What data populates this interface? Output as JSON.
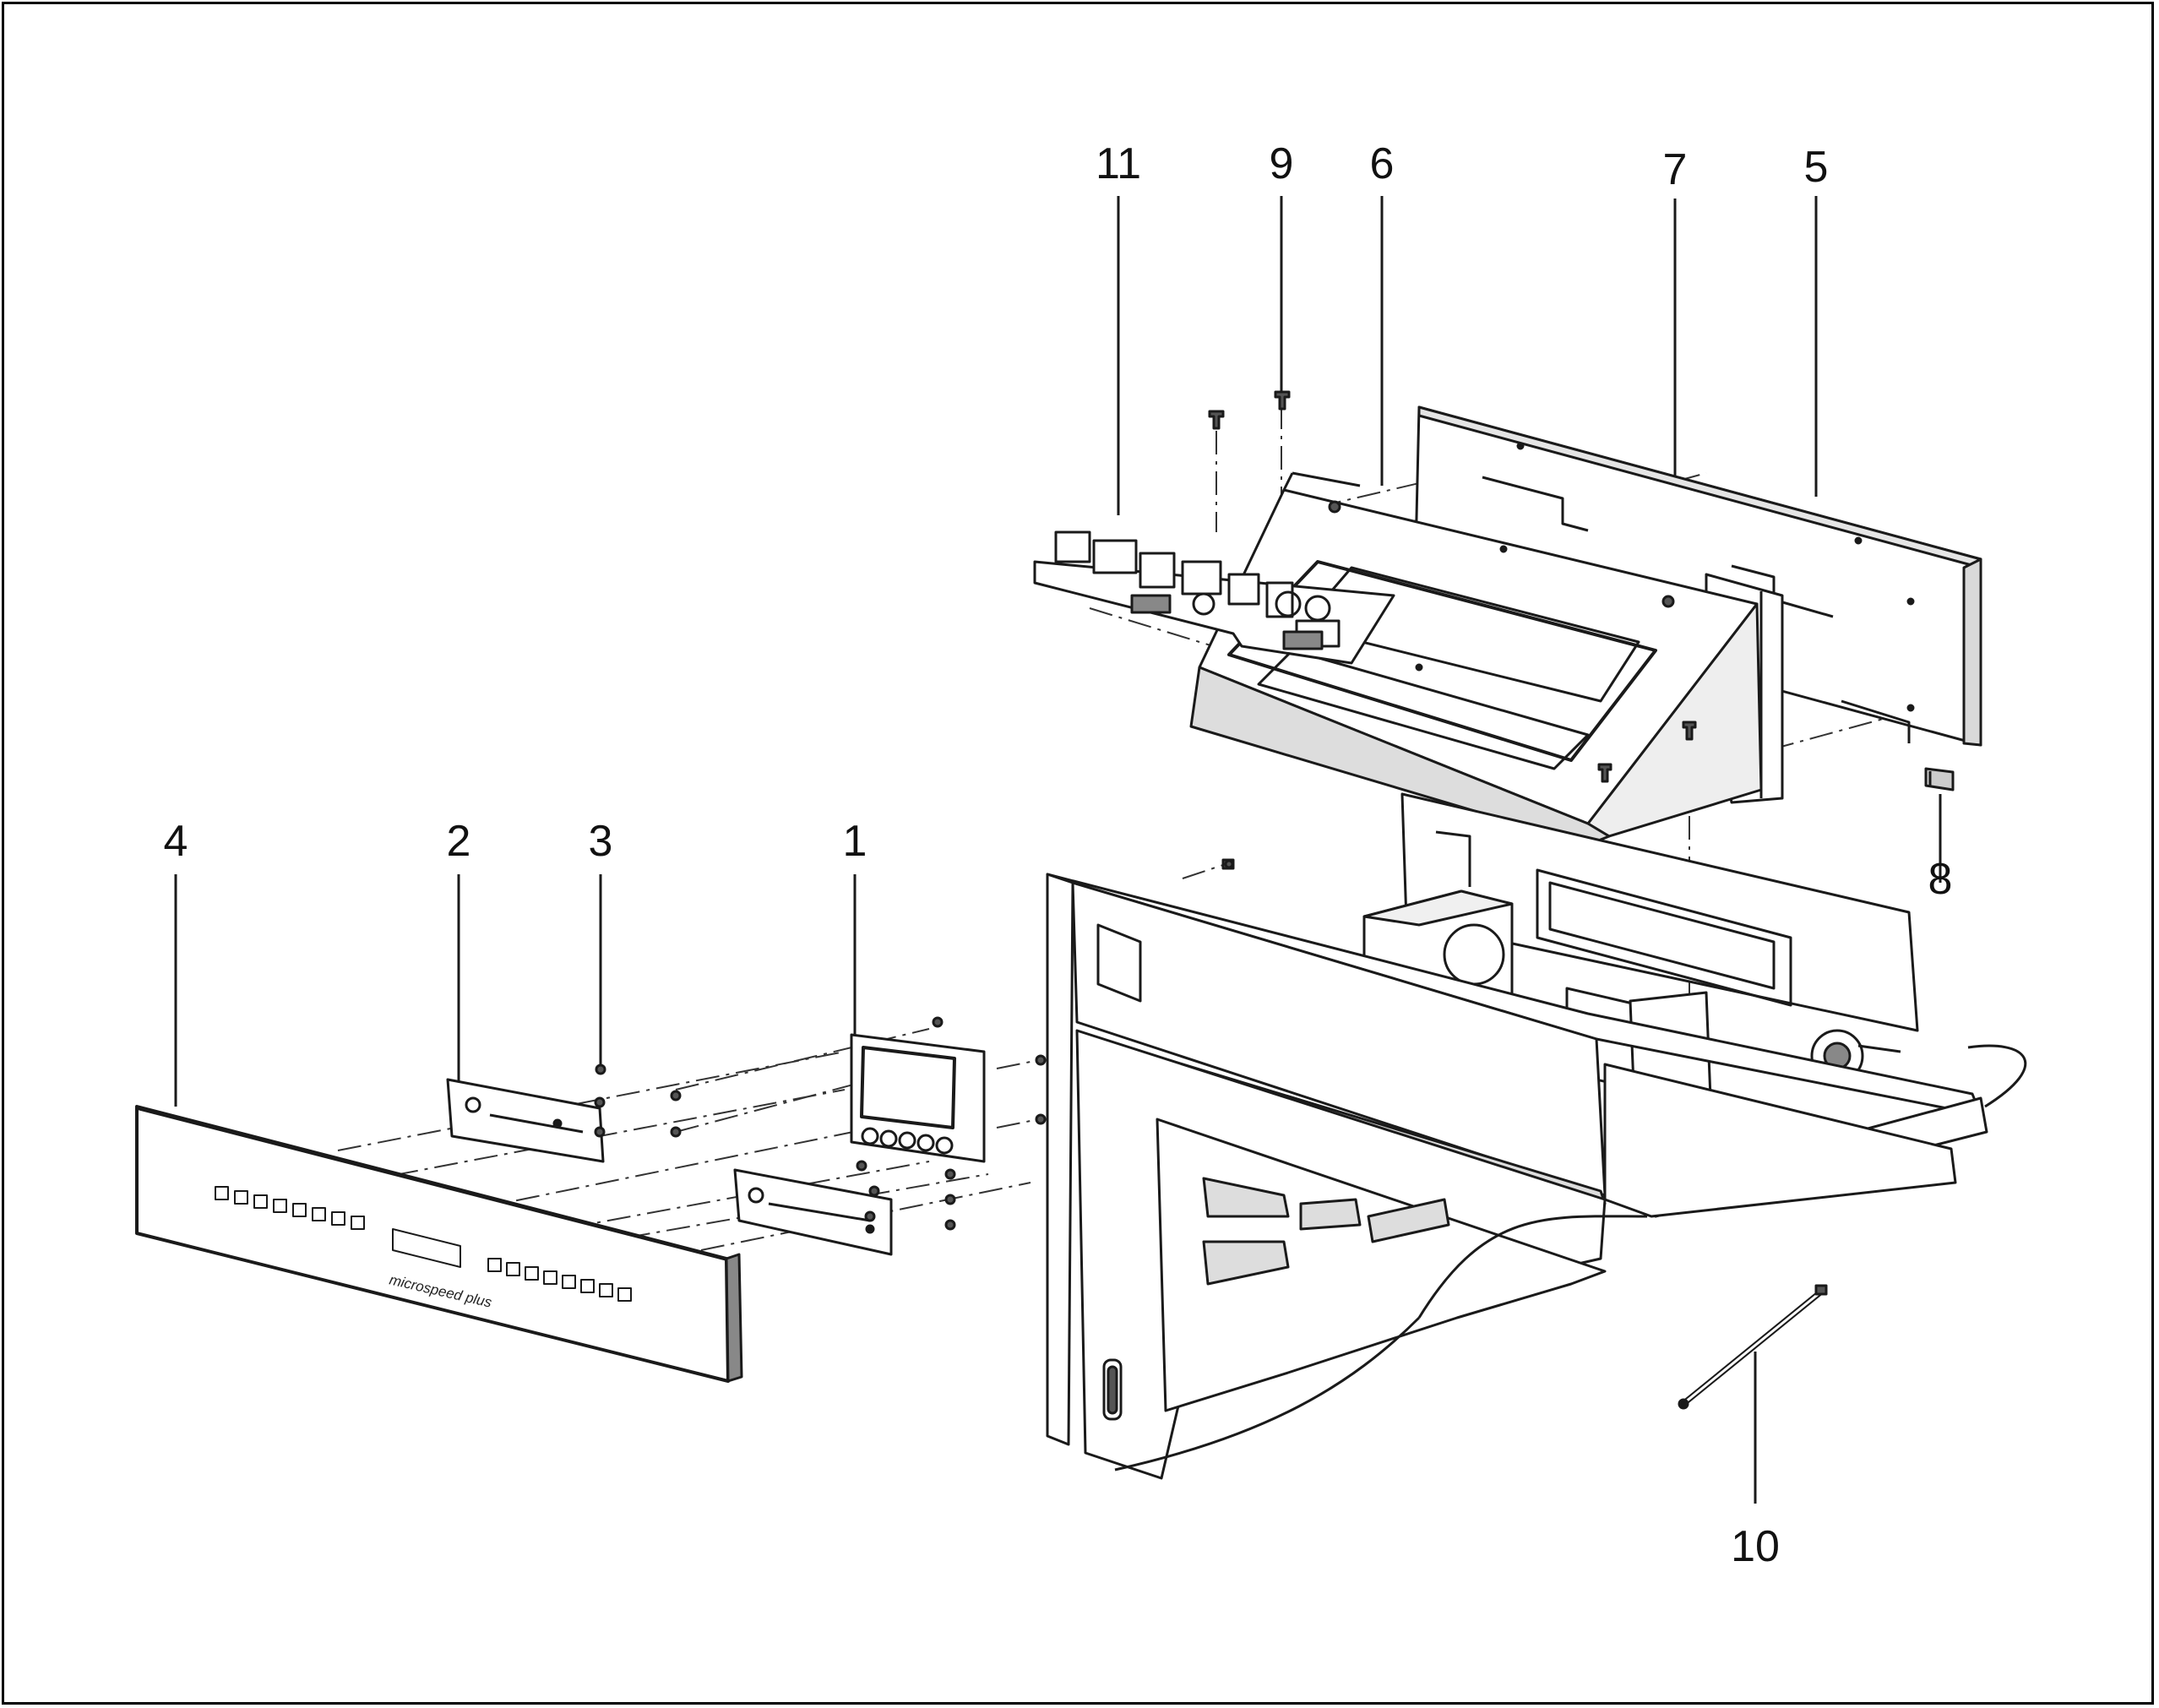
{
  "callouts": [
    {
      "id": "callout-1",
      "text": "1"
    },
    {
      "id": "callout-2",
      "text": "2"
    },
    {
      "id": "callout-3",
      "text": "3"
    },
    {
      "id": "callout-4",
      "text": "4"
    },
    {
      "id": "callout-5",
      "text": "5"
    },
    {
      "id": "callout-6",
      "text": "6"
    },
    {
      "id": "callout-7",
      "text": "7"
    },
    {
      "id": "callout-8",
      "text": "8"
    },
    {
      "id": "callout-9",
      "text": "9"
    },
    {
      "id": "callout-10",
      "text": "10"
    },
    {
      "id": "callout-11",
      "text": "11"
    }
  ],
  "control_panel": {
    "brand_text": "microspeed plus"
  },
  "colors": {
    "line": "#1a1a1a",
    "fill": "#ffffff",
    "shade": "#d9d9d9",
    "dark_shade": "#555555"
  }
}
